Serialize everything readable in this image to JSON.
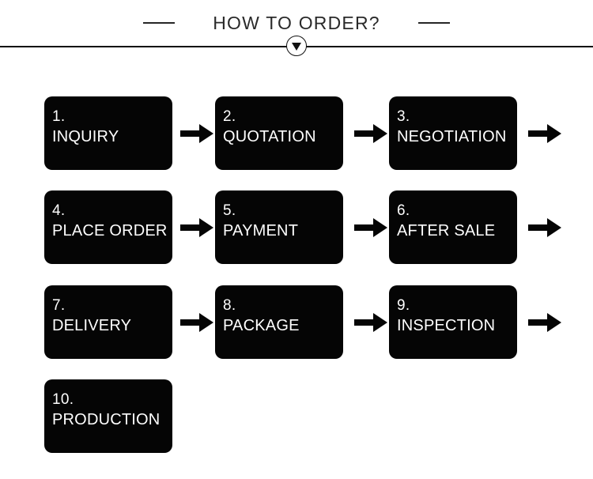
{
  "header": {
    "title": "HOW TO ORDER?",
    "dash_left": "",
    "dash_right": "",
    "badge_icon": "chevron-down-icon",
    "divider_color": "#0a0a0a",
    "title_color": "#2a2a2a"
  },
  "flow": {
    "box_color": "#050505",
    "text_color": "#ffffff",
    "arrow_color": "#050505",
    "columns_per_row": 3,
    "steps": [
      {
        "num": "1.",
        "label": "INQUIRY",
        "row": 0,
        "col": 0,
        "arrow_after": true
      },
      {
        "num": "2.",
        "label": "QUOTATION",
        "row": 0,
        "col": 1,
        "arrow_after": true
      },
      {
        "num": "3.",
        "label": "NEGOTIATION",
        "row": 0,
        "col": 2,
        "arrow_after": true
      },
      {
        "num": "4.",
        "label": "PLACE ORDER",
        "row": 1,
        "col": 0,
        "arrow_after": true
      },
      {
        "num": "5.",
        "label": "PAYMENT",
        "row": 1,
        "col": 1,
        "arrow_after": true
      },
      {
        "num": "6.",
        "label": "AFTER SALE",
        "row": 1,
        "col": 2,
        "arrow_after": true
      },
      {
        "num": "7.",
        "label": "DELIVERY",
        "row": 2,
        "col": 0,
        "arrow_after": true
      },
      {
        "num": "8.",
        "label": "PACKAGE",
        "row": 2,
        "col": 1,
        "arrow_after": true
      },
      {
        "num": "9.",
        "label": "INSPECTION",
        "row": 2,
        "col": 2,
        "arrow_after": true
      },
      {
        "num": "10.",
        "label": "PRODUCTION",
        "row": 3,
        "col": 0,
        "arrow_after": false
      }
    ]
  }
}
